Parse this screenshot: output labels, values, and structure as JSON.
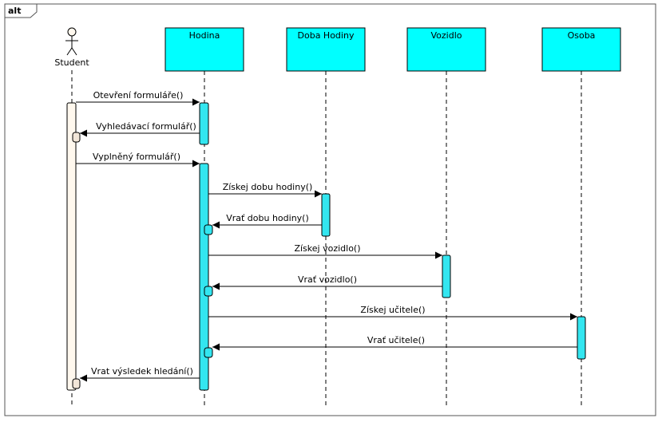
{
  "frame": {
    "label": "alt"
  },
  "actor": {
    "name": "Student"
  },
  "lifelines": [
    {
      "label": "Hodina"
    },
    {
      "label": "Doba Hodiny"
    },
    {
      "label": "Vozidlo"
    },
    {
      "label": "Osoba"
    }
  ],
  "messages": [
    {
      "label": "Otevření formuláře()"
    },
    {
      "label": "Vyhledávací formulář()"
    },
    {
      "label": "Vyplněný formulář()"
    },
    {
      "label": "Získej dobu hodiny()"
    },
    {
      "label": "Vrať dobu hodiny()"
    },
    {
      "label": "Získej vozidlo()"
    },
    {
      "label": "Vrať vozidlo()"
    },
    {
      "label": "Získej učitele()"
    },
    {
      "label": "Vrať učitele()"
    },
    {
      "label": "Vrat výsledek hledání()"
    }
  ],
  "colors": {
    "lifeline_box": "#00FFFF",
    "activation_object": "#33E6F0",
    "activation_actor": "#FFF8EE",
    "border": "#000000"
  }
}
